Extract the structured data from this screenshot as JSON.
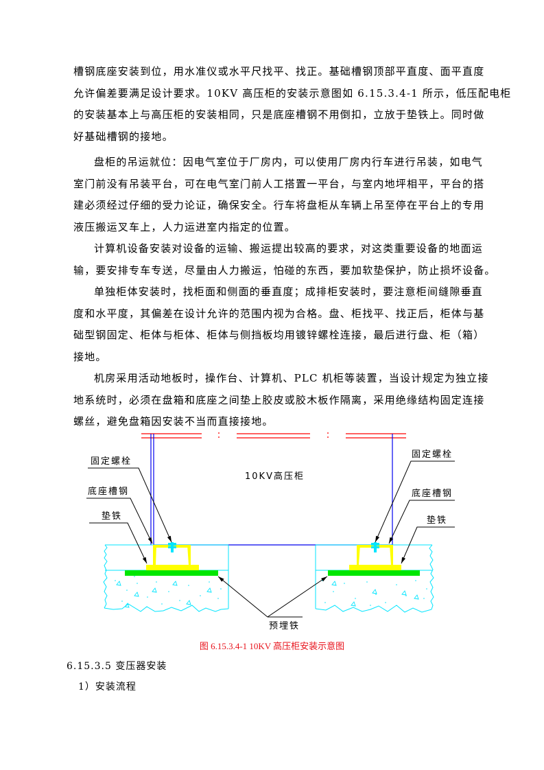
{
  "paragraphs": [
    {
      "id": "p1",
      "lines": [
        "槽钢底座安装到位，用水准仪或水平尺找平、找正。基础槽钢顶部平直度、面平直度",
        "允许偏差要满足设计要求。10KV 高压柜的安装示意图如 6.15.3.4-1 所示，低压配电柜",
        "的安装基本上与高压柜的安装相同，只是底座槽钢不用倒扣，立放于垫铁上。同时做",
        "好基础槽钢的接地。"
      ]
    },
    {
      "id": "p2",
      "lines": [
        "盘柜的吊运就位：因电气室位于厂房内，可以使用厂房内行车进行吊装，如电气",
        "室门前没有吊装平台，可在电气室门前人工搭置一平台，与室内地坪相平，平台的搭",
        "建必须经过仔细的受力论证，确保安全。行车将盘柜从车辆上吊至停在平台上的专用",
        "液压搬运叉车上，人力运进室内指定的位置。"
      ]
    },
    {
      "id": "p3",
      "lines": [
        "计算机设备安装对设备的运输、搬运提出较高的要求，对这类重要设备的地面运",
        "输，要安排专车专送，尽量由人力搬运，怕碰的东西，要加软垫保护，防止损坏设备。"
      ]
    },
    {
      "id": "p4",
      "lines": [
        "单独柜体安装时，找柜面和侧面的垂直度；成排柜安装时，要注意柜间缝隙垂直",
        "度和水平度，其偏差在设计允许的范围内视为合格。盘、柜找平、找正后，柜体与基",
        "础型钢固定、柜体与柜体、柜体与侧挡板均用镀锌螺栓连接，最后进行盘、柜（箱）",
        "接地。"
      ]
    },
    {
      "id": "p5",
      "lines": [
        "机房采用活动地板时，操作台、计算机、PLC 机柜等装置，当设计规定为独立接",
        "地系统时，必须在盘箱和底座之间垫上胶皮或胶木板作隔离，采用绝缘结构固定连接",
        "螺丝，避免盘箱因安装不当而直接接地。"
      ]
    }
  ],
  "figure": {
    "cabinet_label": "10KV高压柜",
    "left_labels": {
      "bolt": "固定螺栓",
      "channel": "底座槽钢",
      "shim": "垫铁"
    },
    "right_labels": {
      "bolt": "固定螺栓",
      "channel": "底座槽钢",
      "shim": "垫铁"
    },
    "bottom_label": "预埋铁",
    "caption": "图 6.15.3.4-1    10KV 高压柜安装示意图",
    "colors": {
      "cabinet_outline": "#ff0000",
      "cabinet_frame": "#0000ff",
      "concrete": "#00e5ff",
      "channel_steel": "#ffff00",
      "embedded_iron": "#00e600",
      "caption": "#e8121b"
    }
  },
  "section": {
    "heading": "6.15.3.5  变压器安装",
    "item": "1）安装流程"
  }
}
